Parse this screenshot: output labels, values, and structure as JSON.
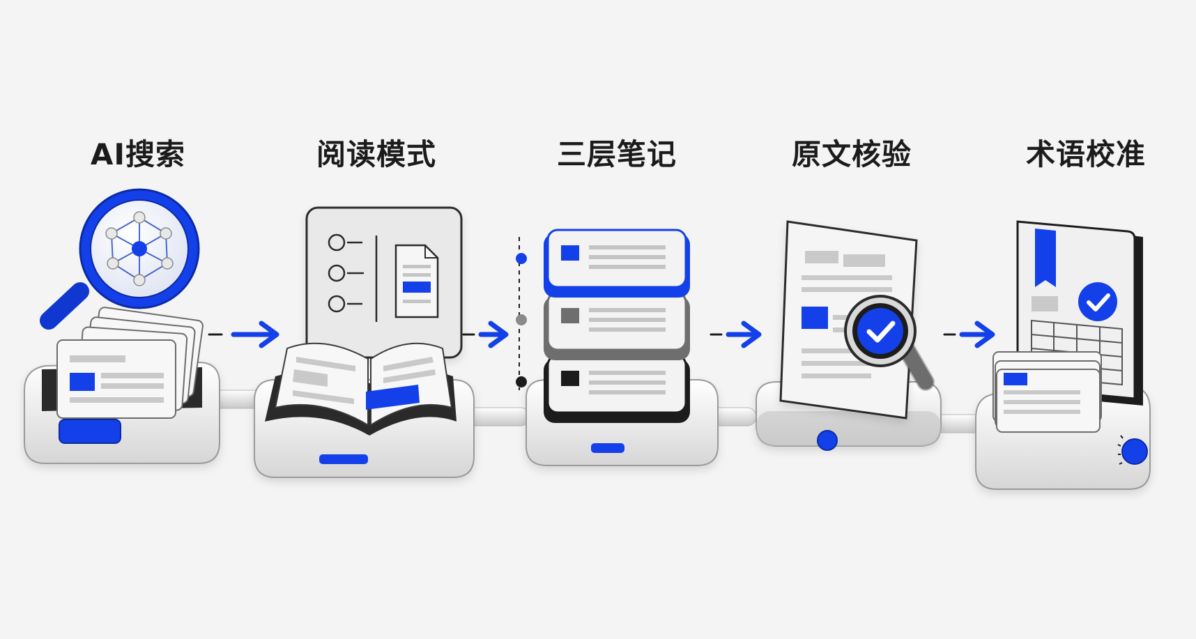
{
  "steps": [
    {
      "id": "ai-search",
      "label": "AI搜索"
    },
    {
      "id": "reading-mode",
      "label": "阅读模式"
    },
    {
      "id": "three-layer-notes",
      "label": "三层笔记"
    },
    {
      "id": "source-verification",
      "label": "原文核验"
    },
    {
      "id": "term-calibration",
      "label": "术语校准"
    }
  ],
  "colors": {
    "accent": "#1340e8",
    "dark": "#1c1c1c",
    "gray": "#8a8a8a",
    "base": "#ececec",
    "background": "#f4f4f5"
  },
  "icons": [
    "magnifier-network-icon",
    "open-book-icon",
    "stacked-cards-icon",
    "document-check-icon",
    "glossary-book-icon",
    "arrow-right-icon"
  ]
}
